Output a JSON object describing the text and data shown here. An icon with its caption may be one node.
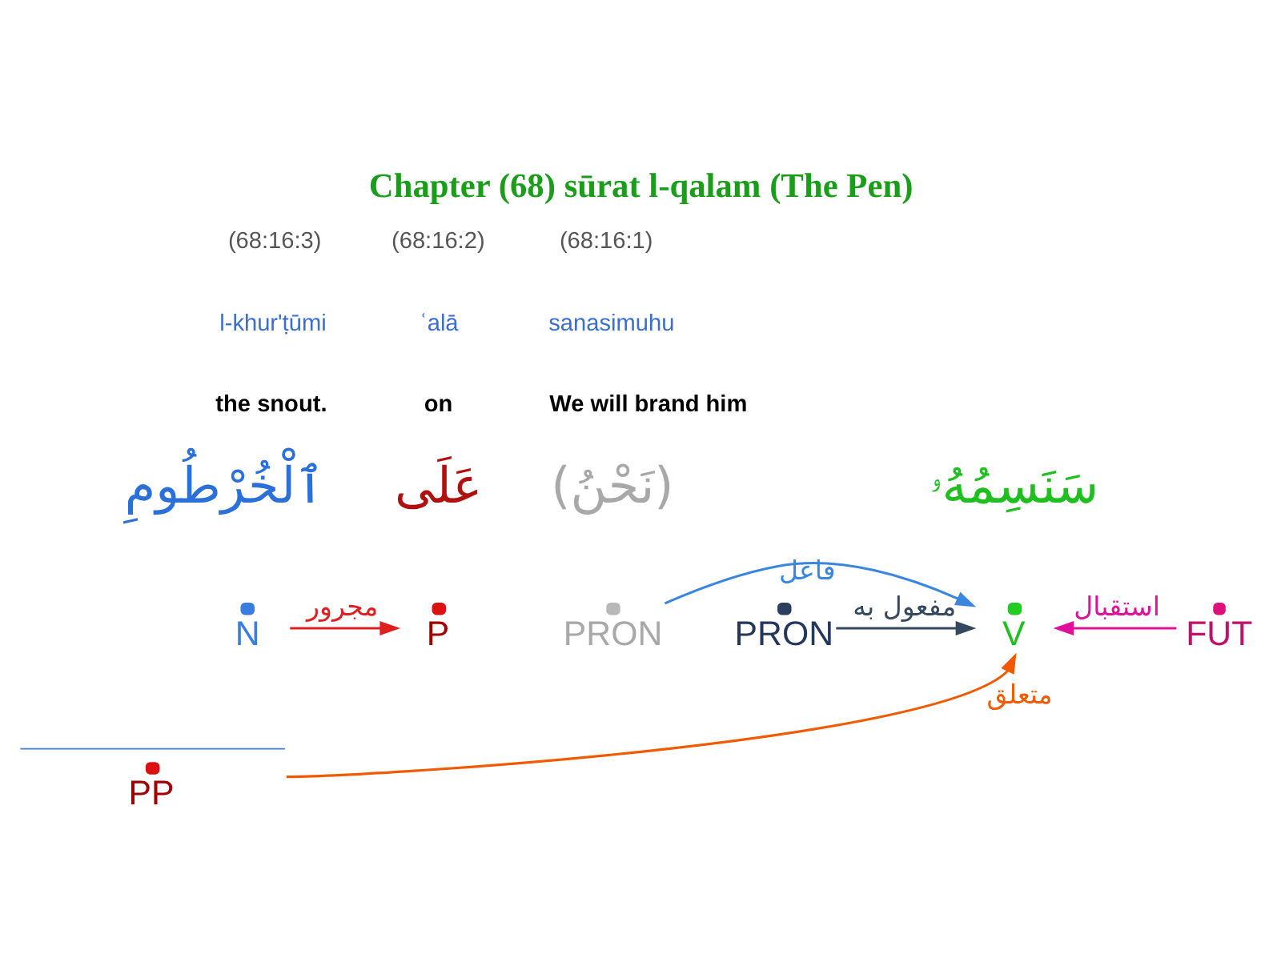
{
  "diagram": {
    "title": "Chapter (68) sūrat l-qalam (The Pen)",
    "nodes": [
      {
        "text": [
          "N"
        ]
      },
      {
        "text": [
          "P"
        ]
      },
      {
        "text": [
          "PRON"
        ]
      },
      {
        "text": [
          "PRON"
        ]
      },
      {
        "text": [
          "V"
        ]
      },
      {
        "text": [
          "FUT"
        ]
      },
      {
        "text": [
          "PP"
        ]
      }
    ],
    "edges": [
      {
        "from": 0,
        "to": 1,
        "arrow": "to",
        "label": "مجرور",
        "color": "#e02020"
      },
      {
        "from": 3,
        "to": 4,
        "arrow": "to",
        "label": "مفعول به",
        "color": "#34495e"
      },
      {
        "from": 5,
        "to": 4,
        "arrow": "to",
        "label": "استقبال",
        "color": "#e0109a"
      },
      {
        "from": 2,
        "to": 4,
        "arrow": "to",
        "label": "فاعل",
        "color": "#3a85e0"
      },
      {
        "from": 6,
        "to": 4,
        "arrow": "to",
        "label": "متعلق",
        "color": "#f05a00"
      }
    ],
    "labels": [
      "(68:16:3)",
      "(68:16:2)",
      "(68:16:1)",
      "l-khur'ṭūmi",
      "ʿalā",
      "sanasimuhu",
      "the snout.",
      "on",
      "We will brand him",
      "ٱلْخُرْطُومِ",
      "عَلَى",
      "(نَحْنُ)",
      "سَنَسِمُهُۥ"
    ]
  }
}
